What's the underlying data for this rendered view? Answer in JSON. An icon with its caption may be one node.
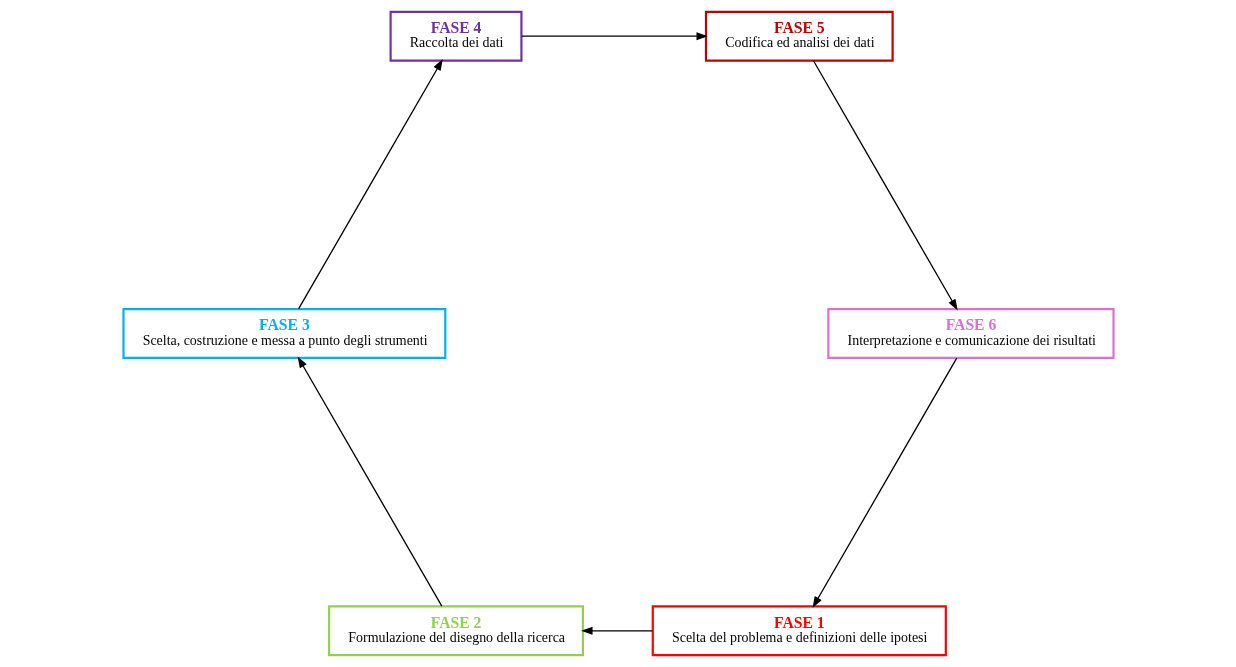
{
  "diagram": {
    "nodes": [
      {
        "text": [
          "FASE 1",
          "Scelta del problema e definizioni delle ipotesi"
        ]
      },
      {
        "text": [
          "FASE 2",
          "Formulazione del disegno della ricerca"
        ]
      },
      {
        "text": [
          "FASE 3",
          "Scelta, costruzione e messa a punto degli strumenti"
        ]
      },
      {
        "text": [
          "FASE 4",
          "Raccolta dei dati"
        ]
      },
      {
        "text": [
          "FASE 5",
          "Codifica ed analisi dei dati"
        ]
      },
      {
        "text": [
          "FASE 6",
          "Interpretazione e comunicazione dei risultati"
        ]
      }
    ],
    "edges": [
      {
        "from": 0,
        "to": 1,
        "arrow": "to"
      },
      {
        "from": 1,
        "to": 2,
        "arrow": "to"
      },
      {
        "from": 2,
        "to": 3,
        "arrow": "to"
      },
      {
        "from": 3,
        "to": 4,
        "arrow": "to"
      },
      {
        "from": 4,
        "to": 5,
        "arrow": "to"
      },
      {
        "from": 5,
        "to": 0,
        "arrow": "to"
      }
    ]
  }
}
